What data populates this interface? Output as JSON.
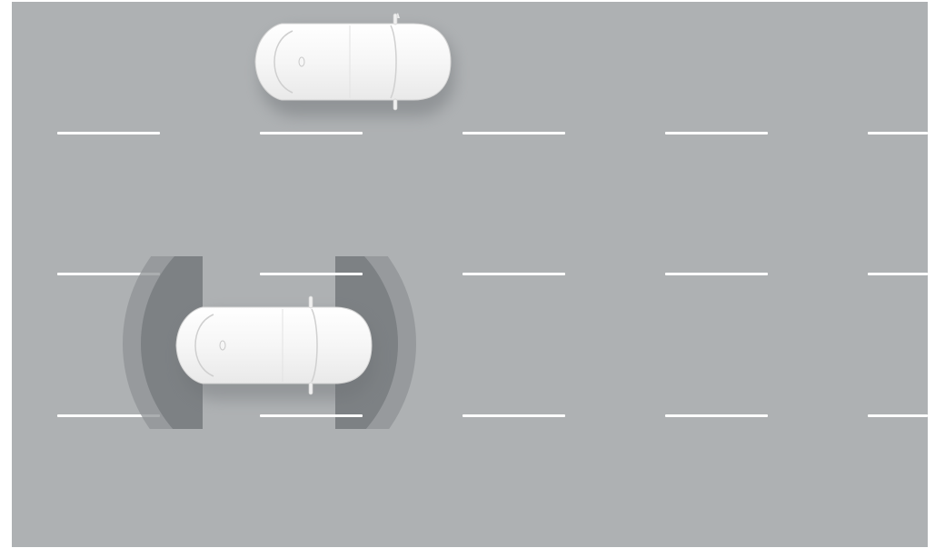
{
  "scene": {
    "view": "top-down",
    "road_color": "#aeb1b3",
    "lane_marking_color": "#ffffff",
    "lane_marking_style": "dashed",
    "lane_marking_count": 3,
    "vehicles": [
      {
        "id": "other-car",
        "body_color": "#f4f4f4",
        "lane": 1,
        "heading": "right",
        "sensor_zones": false
      },
      {
        "id": "ego-car",
        "body_color": "#f4f4f4",
        "lane": 3,
        "heading": "right",
        "sensor_zones": true,
        "zone_colors": {
          "outer": "#8f9395",
          "inner": "#787d80"
        }
      }
    ]
  }
}
